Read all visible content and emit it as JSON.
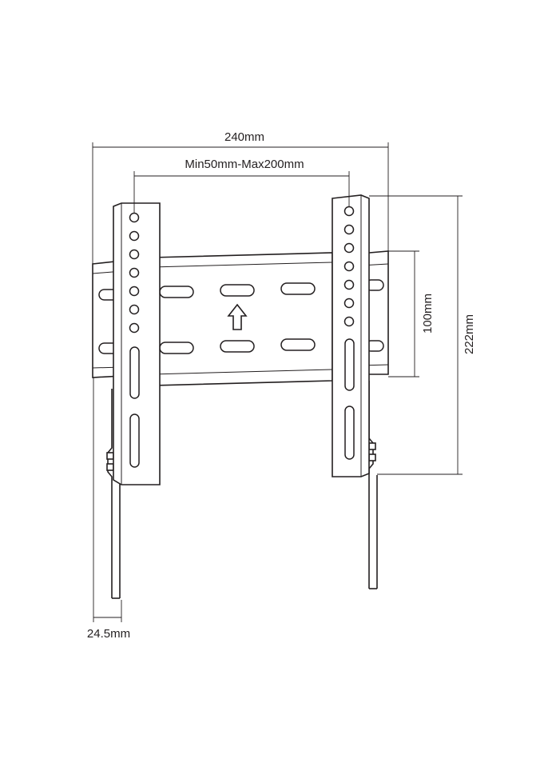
{
  "dimensions": {
    "overall_width": "240mm",
    "hole_spacing": "Min50mm-Max200mm",
    "vertical_spacing": "100mm",
    "overall_height": "222mm",
    "depth": "24.5mm"
  },
  "colors": {
    "line": "#231f20",
    "background": "#ffffff"
  },
  "icons": {
    "direction_arrow": "up-arrow-icon"
  }
}
